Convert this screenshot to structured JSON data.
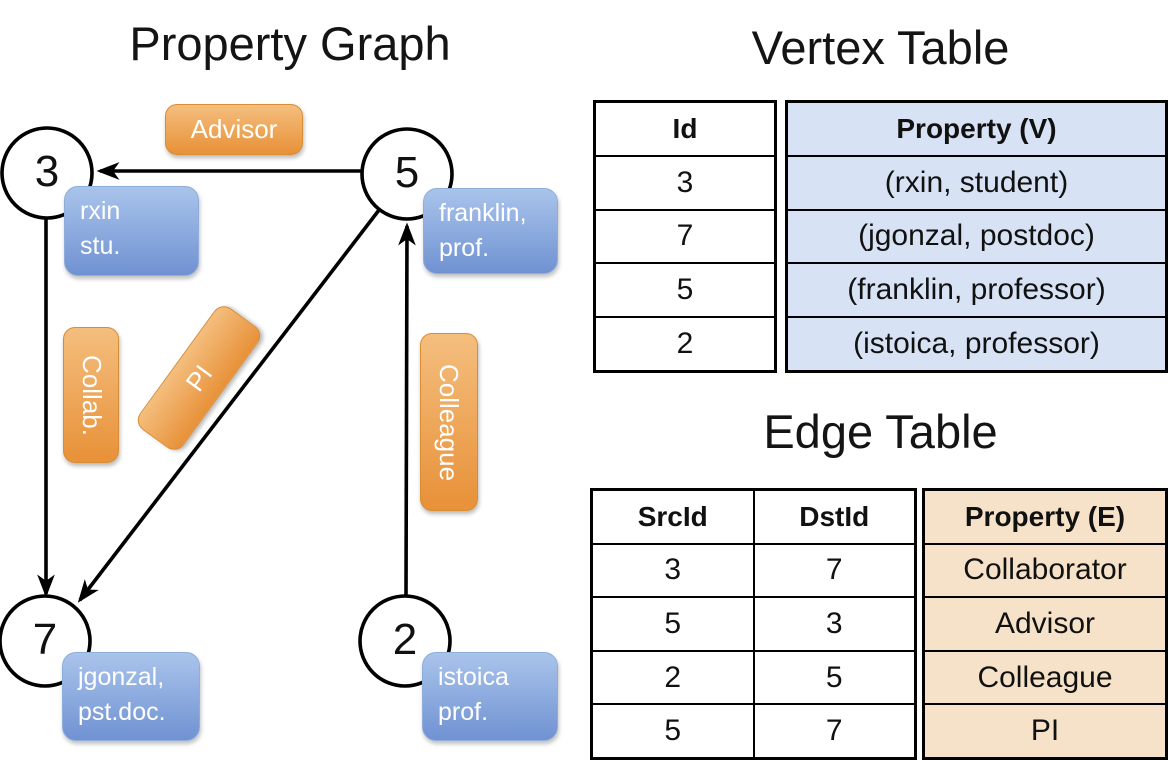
{
  "graph": {
    "title": "Property Graph",
    "nodes": [
      {
        "id": "3",
        "label_lines": [
          "rxin",
          "stu."
        ]
      },
      {
        "id": "5",
        "label_lines": [
          "franklin,",
          "prof."
        ]
      },
      {
        "id": "7",
        "label_lines": [
          "jgonzal,",
          "pst.doc."
        ]
      },
      {
        "id": "2",
        "label_lines": [
          "istoica",
          "prof."
        ]
      }
    ],
    "edge_labels": {
      "advisor": "Advisor",
      "collab": "Collab.",
      "pi": "PI",
      "colleague": "Colleague"
    }
  },
  "vertex_table": {
    "title": "Vertex Table",
    "id_header": "Id",
    "property_header": "Property (V)",
    "rows": [
      {
        "id": "3",
        "property": "(rxin, student)"
      },
      {
        "id": "7",
        "property": "(jgonzal, postdoc)"
      },
      {
        "id": "5",
        "property": "(franklin, professor)"
      },
      {
        "id": "2",
        "property": "(istoica, professor)"
      }
    ]
  },
  "edge_table": {
    "title": "Edge Table",
    "src_header": "SrcId",
    "dst_header": "DstId",
    "property_header": "Property (E)",
    "rows": [
      {
        "src": "3",
        "dst": "7",
        "property": "Collaborator"
      },
      {
        "src": "5",
        "dst": "3",
        "property": "Advisor"
      },
      {
        "src": "2",
        "dst": "5",
        "property": "Colleague"
      },
      {
        "src": "5",
        "dst": "7",
        "property": "PI"
      }
    ]
  },
  "colors": {
    "orange-light": "#F4BE7E",
    "orange-dark": "#E89138",
    "blue-light": "#A9C4EB",
    "blue-dark": "#7092D2",
    "table-blue": "#D7E2F4",
    "table-tan": "#F6E2C8"
  }
}
